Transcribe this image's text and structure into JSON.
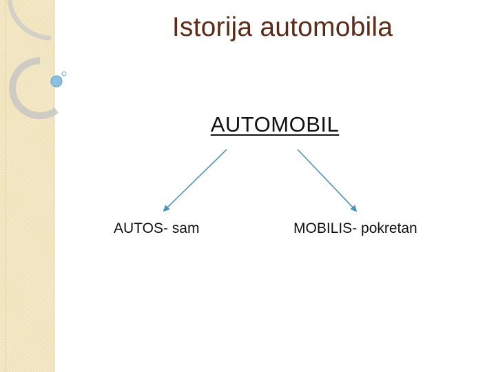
{
  "slide": {
    "title": "Istorija automobila",
    "main_word": "AUTOMOBIL",
    "branches": [
      {
        "label": "AUTOS- sam"
      },
      {
        "label": "MOBILIS- pokretan"
      }
    ]
  },
  "colors": {
    "title": "#5b2c17",
    "sidebar": "#f3e6bf",
    "arrow": "#4f93b5",
    "text": "#111111"
  }
}
